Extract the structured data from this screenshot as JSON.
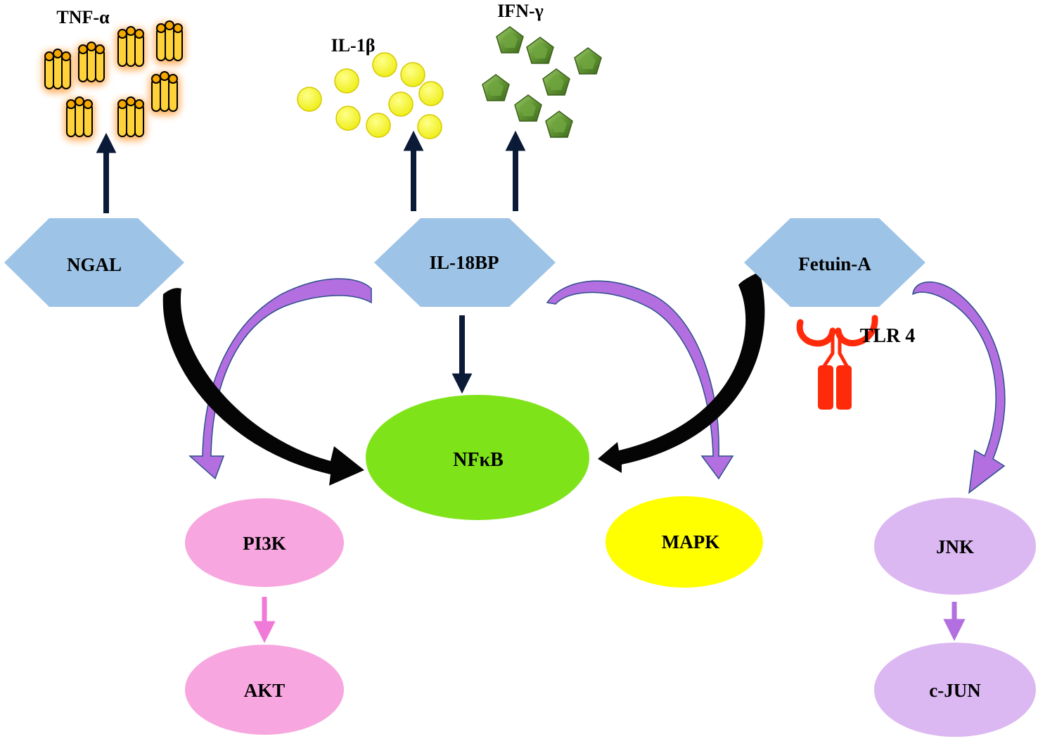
{
  "cytokines": {
    "tnf_alpha": "TNF-α",
    "il_1beta": "IL-1β",
    "ifn_gamma": "IFN-γ"
  },
  "nodes": {
    "ngal": "NGAL",
    "il18bp": "IL-18BP",
    "fetuin_a": "Fetuin-A",
    "tlr4": "TLR 4",
    "nfkb": "NFκB",
    "pi3k": "PI3K",
    "akt": "AKT",
    "mapk": "MAPK",
    "jnk": "JNK",
    "c_jun": "c-JUN"
  },
  "colors": {
    "hexagon_fill": "#9dc3e6",
    "nfkb_fill": "#7fe31a",
    "pi3k_akt_fill": "#f7a6e0",
    "mapk_fill": "#ffff00",
    "jnk_cjun_fill": "#dcb8f2",
    "purple_arrow": "#b36fe0",
    "pink_arrow": "#f07ad8",
    "tlr4_fill": "#ff2a0a",
    "tnf_fill": "#ffd23a",
    "il1b_fill": "#f2f21a",
    "ifn_fill": "#5f9132"
  },
  "icons": {
    "tnf_alpha": "trimer-cylinder-icon",
    "il_1beta": "yellow-sphere-icon",
    "ifn_gamma": "green-pentagon-icon",
    "tlr4": "receptor-icon"
  }
}
